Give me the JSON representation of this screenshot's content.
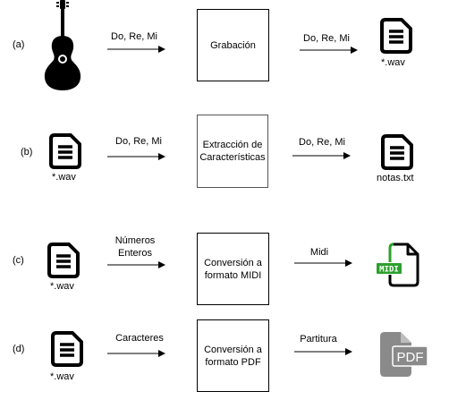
{
  "rows": [
    {
      "id": "a",
      "label": "(a)",
      "input_icon": "guitar-icon",
      "input_caption": "",
      "arrow1_label": "Do, Re, Mi",
      "box_text": "Grabación",
      "arrow2_label": "Do, Re, Mi",
      "output_icon": "document-icon",
      "output_caption": "*.wav"
    },
    {
      "id": "b",
      "label": "(b)",
      "input_icon": "document-icon",
      "input_caption": "*.wav",
      "arrow1_label": "Do, Re, Mi",
      "box_text": "Extracción de Características",
      "arrow2_label": "Do, Re, Mi",
      "output_icon": "document-icon",
      "output_caption": "notas.txt"
    },
    {
      "id": "c",
      "label": "(c)",
      "input_icon": "document-icon",
      "input_caption": "*.wav",
      "arrow1_label": "Números Enteros",
      "box_text": "Conversión a formato MIDI",
      "arrow2_label": "Midi",
      "output_icon": "midi-file-icon",
      "output_badge": "MIDI",
      "output_caption": ""
    },
    {
      "id": "d",
      "label": "(d)",
      "input_icon": "document-icon",
      "input_caption": "*.wav",
      "arrow1_label": "Caracteres",
      "box_text": "Conversión a formato PDF",
      "arrow2_label": "Partitura",
      "output_icon": "pdf-file-icon",
      "output_badge": "PDF",
      "output_caption": ""
    }
  ],
  "colors": {
    "midi_green": "#2ca02c",
    "pdf_gray": "#8a8a8a",
    "ink": "#000000"
  }
}
